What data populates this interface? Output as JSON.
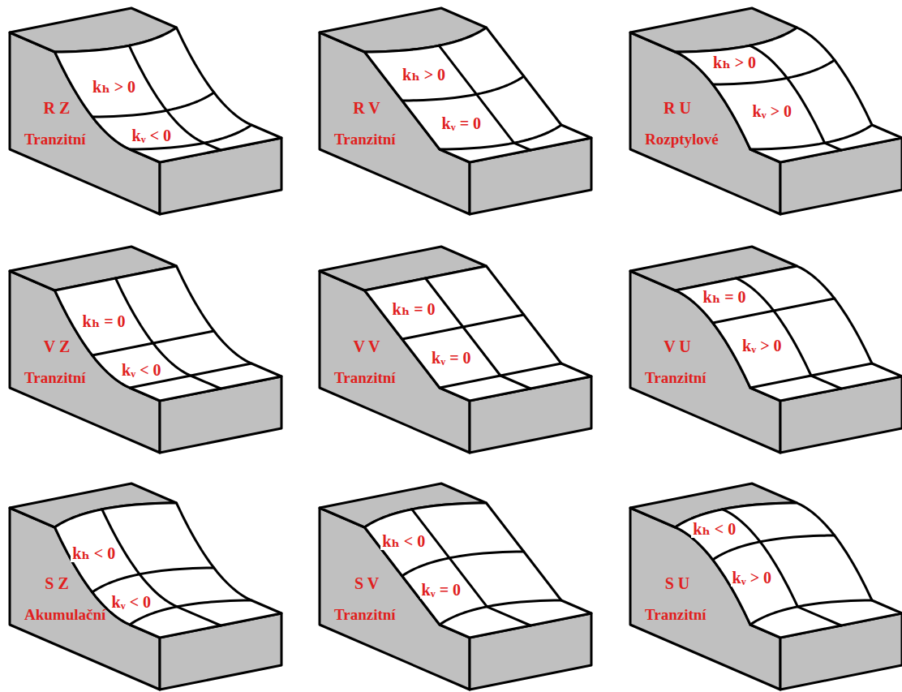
{
  "diagram": {
    "labels": [
      "kₕ > 0",
      "kᵥ < 0",
      "R Z",
      "Tranzitní",
      "kₕ > 0",
      "kᵥ = 0",
      "R V",
      "Tranzitní",
      "kₕ > 0",
      "kᵥ > 0",
      "R U",
      "Rozptylové",
      "kₕ = 0",
      "kᵥ < 0",
      "V Z",
      "Tranzitní",
      "kₕ = 0",
      "kᵥ = 0",
      "V V",
      "Tranzitní",
      "kₕ = 0",
      "kᵥ > 0",
      "V U",
      "Tranzitní",
      "kₕ < 0",
      "kᵥ < 0",
      "S Z",
      "Akumulační",
      "kₕ < 0",
      "kᵥ = 0",
      "S V",
      "Tranzitní",
      "kₕ < 0",
      "kᵥ > 0",
      "S U",
      "Tranzitní"
    ]
  }
}
